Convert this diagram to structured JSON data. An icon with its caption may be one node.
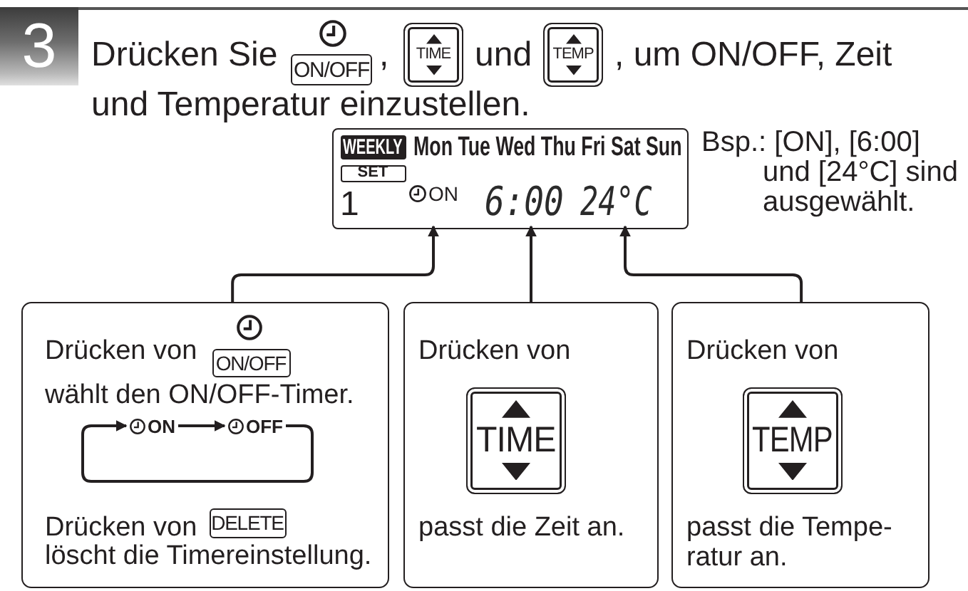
{
  "diagram": {
    "nodes": [
      {
        "text": [
          "WEEKLY",
          "Mon Tue Wed Thu Fri Sat Sun",
          "SET",
          "1"
        ],
        "beside": [
          "Bsp.: [ON], [6:00] und [24°C] sind ausgewählt."
        ]
      },
      {
        "text": [
          "ON"
        ],
        "in": 0
      },
      {
        "text": [
          "6:00"
        ],
        "in": 0
      },
      {
        "text": [
          "24°C"
        ],
        "in": 0
      },
      {
        "text": [
          "Drücken von",
          "ON/OFF",
          "wählt den ON/OFF-Timer.",
          "Drücken von",
          "DELETE",
          "löscht die Timereinstellung."
        ]
      },
      {
        "text": [
          "ON"
        ],
        "in": 4
      },
      {
        "text": [
          "OFF"
        ],
        "in": 4
      },
      {
        "text": [
          "Drücken von",
          "TIME",
          "passt die Zeit an."
        ]
      },
      {
        "text": [
          "Drücken von",
          "TEMP",
          "passt die Tempe- ratur an."
        ]
      }
    ],
    "edges": [
      {
        "from": 4,
        "to": 1,
        "arrow": "to"
      },
      {
        "from": 7,
        "to": 2,
        "arrow": "to"
      },
      {
        "from": 8,
        "to": 3,
        "arrow": "to"
      },
      {
        "from": 5,
        "to": 6,
        "arrow": "to"
      },
      {
        "from": 6,
        "to": 5,
        "arrow": "to"
      }
    ],
    "labels": [
      "3",
      "Drücken Sie",
      "ON/OFF",
      ",",
      "TIME",
      "und",
      "TEMP",
      ", um ON/OFF, Zeit",
      "und Temperatur einzustellen."
    ]
  }
}
